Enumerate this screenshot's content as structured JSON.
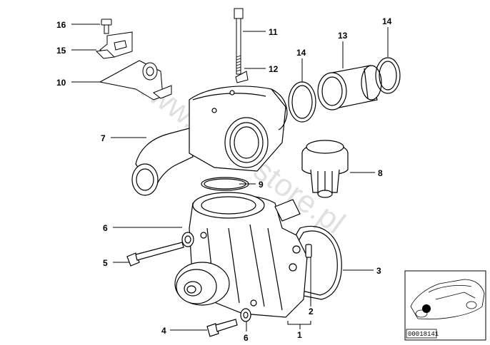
{
  "diagram": {
    "watermark": "www.BMWstore.pl",
    "reference_code": "00018141",
    "callouts": [
      {
        "id": "c16",
        "label": "16"
      },
      {
        "id": "c15",
        "label": "15"
      },
      {
        "id": "c10",
        "label": "10"
      },
      {
        "id": "c11",
        "label": "11"
      },
      {
        "id": "c12",
        "label": "12"
      },
      {
        "id": "c13",
        "label": "13"
      },
      {
        "id": "c14a",
        "label": "14"
      },
      {
        "id": "c14b",
        "label": "14"
      },
      {
        "id": "c7",
        "label": "7"
      },
      {
        "id": "c8",
        "label": "8"
      },
      {
        "id": "c9",
        "label": "9"
      },
      {
        "id": "c6a",
        "label": "6"
      },
      {
        "id": "c5",
        "label": "5"
      },
      {
        "id": "c3",
        "label": "3"
      },
      {
        "id": "c2",
        "label": "2"
      },
      {
        "id": "c1",
        "label": "1"
      },
      {
        "id": "c4",
        "label": "4"
      },
      {
        "id": "c6b",
        "label": "6"
      }
    ]
  }
}
